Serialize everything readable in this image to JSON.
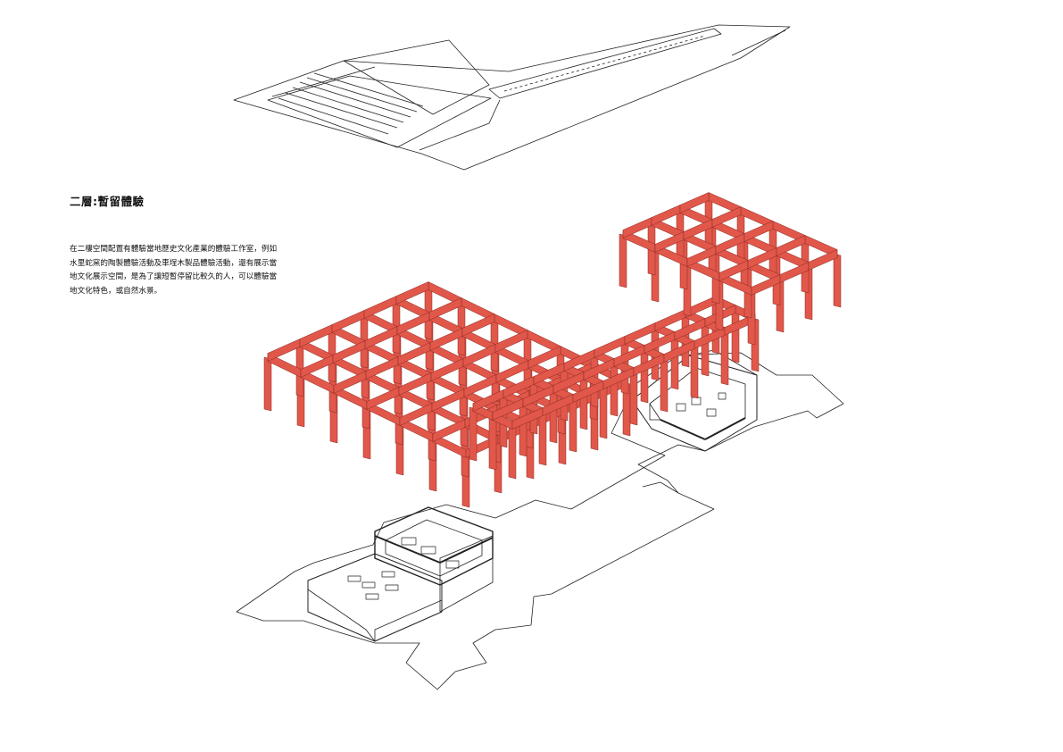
{
  "page": {
    "title": "二層:暫留體驗",
    "description_lines": [
      "在二樓空間配置有體驗當地歷史文化產業的體驗工作室，例如",
      "水里蛇窯的陶製體驗活動及車埕木製品體驗活動，還有展示當",
      "地文化展示空間，是為了讓短暫停留比較久的人，可以體驗當",
      "地文化特色，或自然水景。"
    ]
  },
  "colors": {
    "structure": "#e1574a",
    "structure_edge": "#8a2a22",
    "linework": "#222222",
    "background": "#ffffff"
  }
}
